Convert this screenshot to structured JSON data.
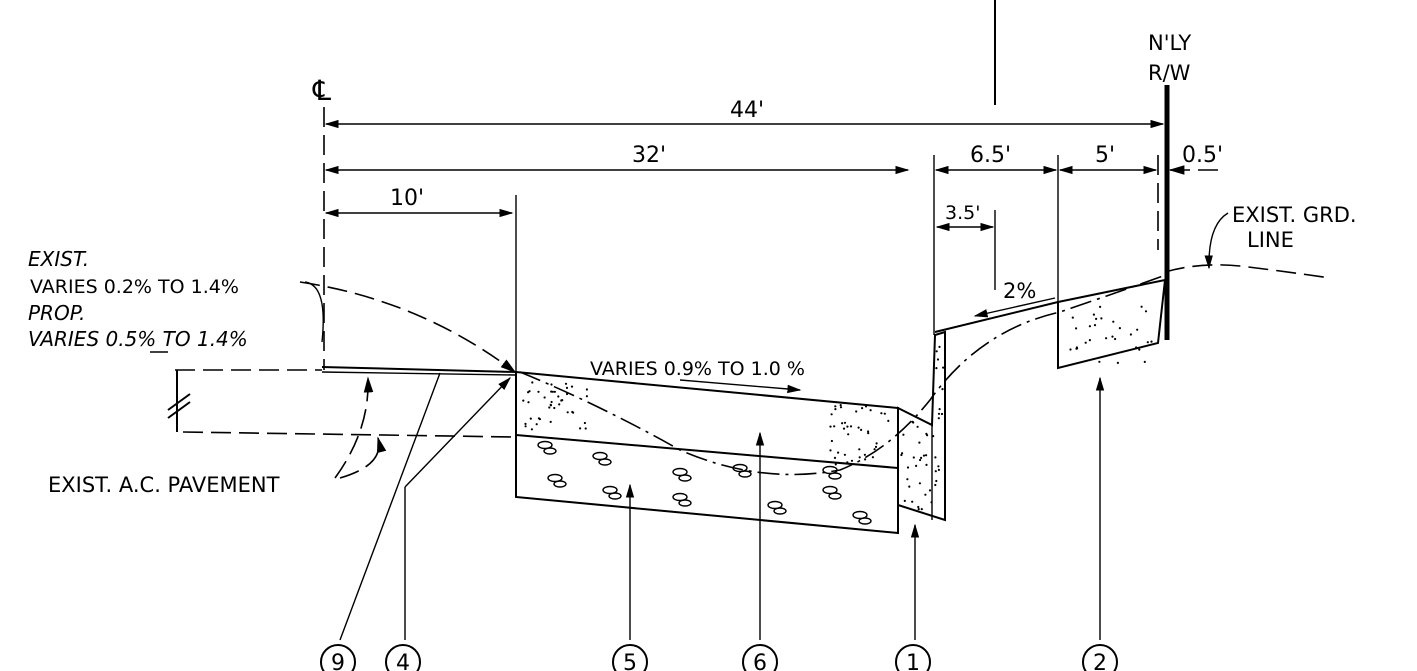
{
  "labels": {
    "centerline": "℄",
    "row_line": [
      "N'LY",
      "R/W"
    ],
    "exist_grade": [
      "EXIST. GRD.",
      "LINE"
    ],
    "exist_slope_title": "EXIST.",
    "exist_slope_range": "VARIES 0.2% TO 1.4%",
    "prop_slope_title": "PROP.",
    "prop_slope_range": "VARIES 0.5% TO 1.4%",
    "lane_slope": "VARIES 0.9% TO 1.0 %",
    "sidewalk_slope": "2%",
    "exist_pavement": "EXIST. A.C. PAVEMENT"
  },
  "dimensions": {
    "total": "44'",
    "to_gutter": "32'",
    "median": "10'",
    "sidewalk": "6.5'",
    "parkway": "5'",
    "behind_walk": "0.5'",
    "sub": "3.5'"
  },
  "callouts": [
    "9",
    "4",
    "5",
    "6",
    "1",
    "2"
  ]
}
